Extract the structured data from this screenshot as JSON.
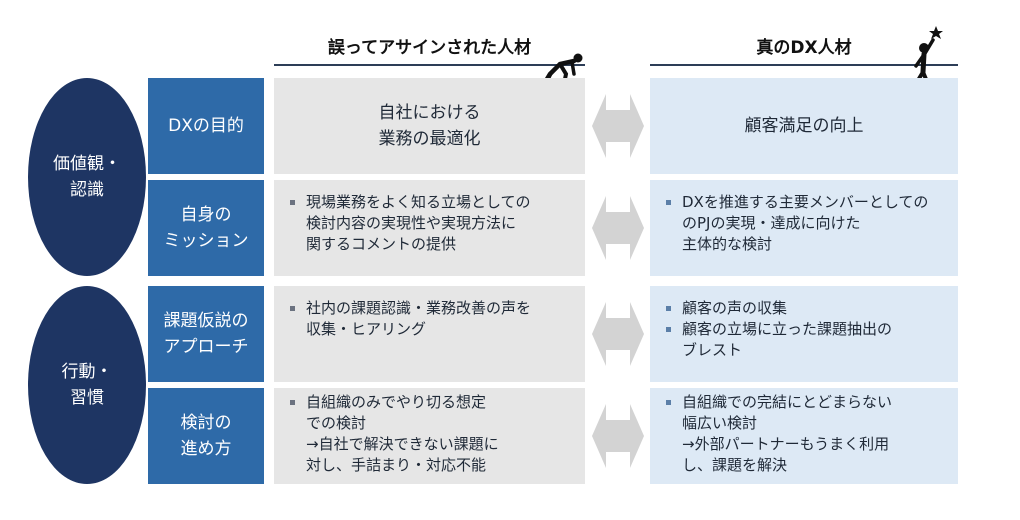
{
  "header": {
    "left_title": "誤ってアサインされた人材",
    "right_title": "真のDX人材"
  },
  "groups": [
    {
      "label": "価値観・\n認識"
    },
    {
      "label": "行動・\n習慣"
    }
  ],
  "rows": [
    {
      "category": "DXの目的",
      "left": {
        "type": "center",
        "text": "自社における\n業務の最適化"
      },
      "right": {
        "type": "center",
        "text": "顧客満足の向上"
      }
    },
    {
      "category": "自身の\nミッション",
      "left": {
        "type": "bullets",
        "items": [
          "現場業務をよく知る立場としての\n検討内容の実現性や実現方法に\n関するコメントの提供"
        ]
      },
      "right": {
        "type": "bullets",
        "items": [
          "DXを推進する主要メンバーとしての\nのPJの実現・達成に向けた\n主体的な検討"
        ]
      }
    },
    {
      "category": "課題仮説の\nアプローチ",
      "left": {
        "type": "bullets",
        "items": [
          "社内の課題認識・業務改善の声を\n収集・ヒアリング"
        ]
      },
      "right": {
        "type": "bullets",
        "items": [
          "顧客の声の収集",
          "顧客の立場に立った課題抽出の\nブレスト"
        ]
      }
    },
    {
      "category": "検討の\n進め方",
      "left": {
        "type": "bullets",
        "items": [
          "自組織のみでやり切る想定\nでの検討\n→自社で解決できない課題に\n 対し、手詰まり・対応不能"
        ]
      },
      "right": {
        "type": "bullets",
        "items": [
          "自組織での完結にとどまらない\n幅広い検討\n→外部パートナーもうまく利用\n し、課題を解決"
        ]
      }
    }
  ],
  "colors": {
    "navy": "#1e3563",
    "blue": "#2e6aa8",
    "left_bg": "#e6e6e6",
    "right_bg": "#dde9f5"
  },
  "icons": {
    "left": "crouching-runner-icon",
    "right": "reaching-for-star-icon",
    "arrows": "double-arrow-icon"
  }
}
